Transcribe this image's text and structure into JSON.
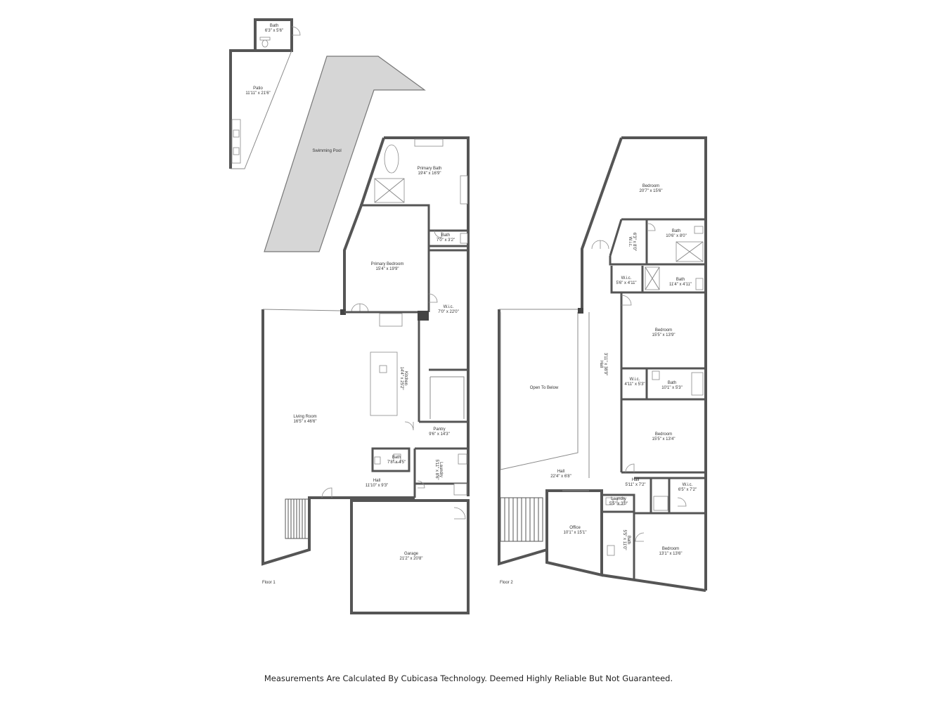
{
  "disclaimer": "Measurements Are Calculated By Cubicasa Technology. Deemed Highly Reliable But Not Guaranteed.",
  "floors": [
    {
      "label": "Floor 1",
      "rooms": [
        {
          "name": "Bath",
          "dims": "6'3\" x 5'6\""
        },
        {
          "name": "Patio",
          "dims": "11'11\" x 21'6\""
        },
        {
          "name": "Swimming Pool",
          "dims": ""
        },
        {
          "name": "Primary Bath",
          "dims": "19'4\" x 16'9\""
        },
        {
          "name": "Bath",
          "dims": "7'0\" x 3'2\""
        },
        {
          "name": "Primary Bedroom",
          "dims": "15'4\" x 19'9\""
        },
        {
          "name": "W.i.c.",
          "dims": "7'0\" x 22'0\""
        },
        {
          "name": "Kitchen",
          "dims": "14'4\" x 25'2\""
        },
        {
          "name": "Living Room",
          "dims": "16'5\" x 46'6\""
        },
        {
          "name": "Pantry",
          "dims": "9'6\" x 14'3\""
        },
        {
          "name": "Bath",
          "dims": "7'8\" x 4'5\""
        },
        {
          "name": "Laundry",
          "dims": "5'11\" x 8'6\""
        },
        {
          "name": "Hall",
          "dims": "11'10\" x 9'3\""
        },
        {
          "name": "Garage",
          "dims": "21'2\" x 20'8\""
        }
      ]
    },
    {
      "label": "Floor 2",
      "rooms": [
        {
          "name": "Bedroom",
          "dims": "20'7\" x 15'6\""
        },
        {
          "name": "Bath",
          "dims": "10'6\" x 8'0\""
        },
        {
          "name": "W.i.c.",
          "dims": "6'3\" x 8'0\""
        },
        {
          "name": "W.i.c.",
          "dims": "5'6\" x 4'11\""
        },
        {
          "name": "Bath",
          "dims": "11'4\" x 4'11\""
        },
        {
          "name": "Open To Below",
          "dims": ""
        },
        {
          "name": "Hall",
          "dims": "3'11\" x 38'9\""
        },
        {
          "name": "Bedroom",
          "dims": "15'5\" x 13'9\""
        },
        {
          "name": "W.i.c.",
          "dims": "4'11\" x 5'3\""
        },
        {
          "name": "Bath",
          "dims": "10'1\" x 5'3\""
        },
        {
          "name": "Bedroom",
          "dims": "15'5\" x 13'4\""
        },
        {
          "name": "Hall",
          "dims": "22'4\" x 6'8\""
        },
        {
          "name": "Hall",
          "dims": "5'11\" x 7'2\""
        },
        {
          "name": "W.i.c.",
          "dims": "6'5\" x 7'2\""
        },
        {
          "name": "Laundry",
          "dims": "5'5\" x 3'0\""
        },
        {
          "name": "Office",
          "dims": "10'1\" x 15'1\""
        },
        {
          "name": "Bath",
          "dims": "5'5\" x 11'0\""
        },
        {
          "name": "Bedroom",
          "dims": "13'1\" x 13'6\""
        }
      ]
    }
  ]
}
